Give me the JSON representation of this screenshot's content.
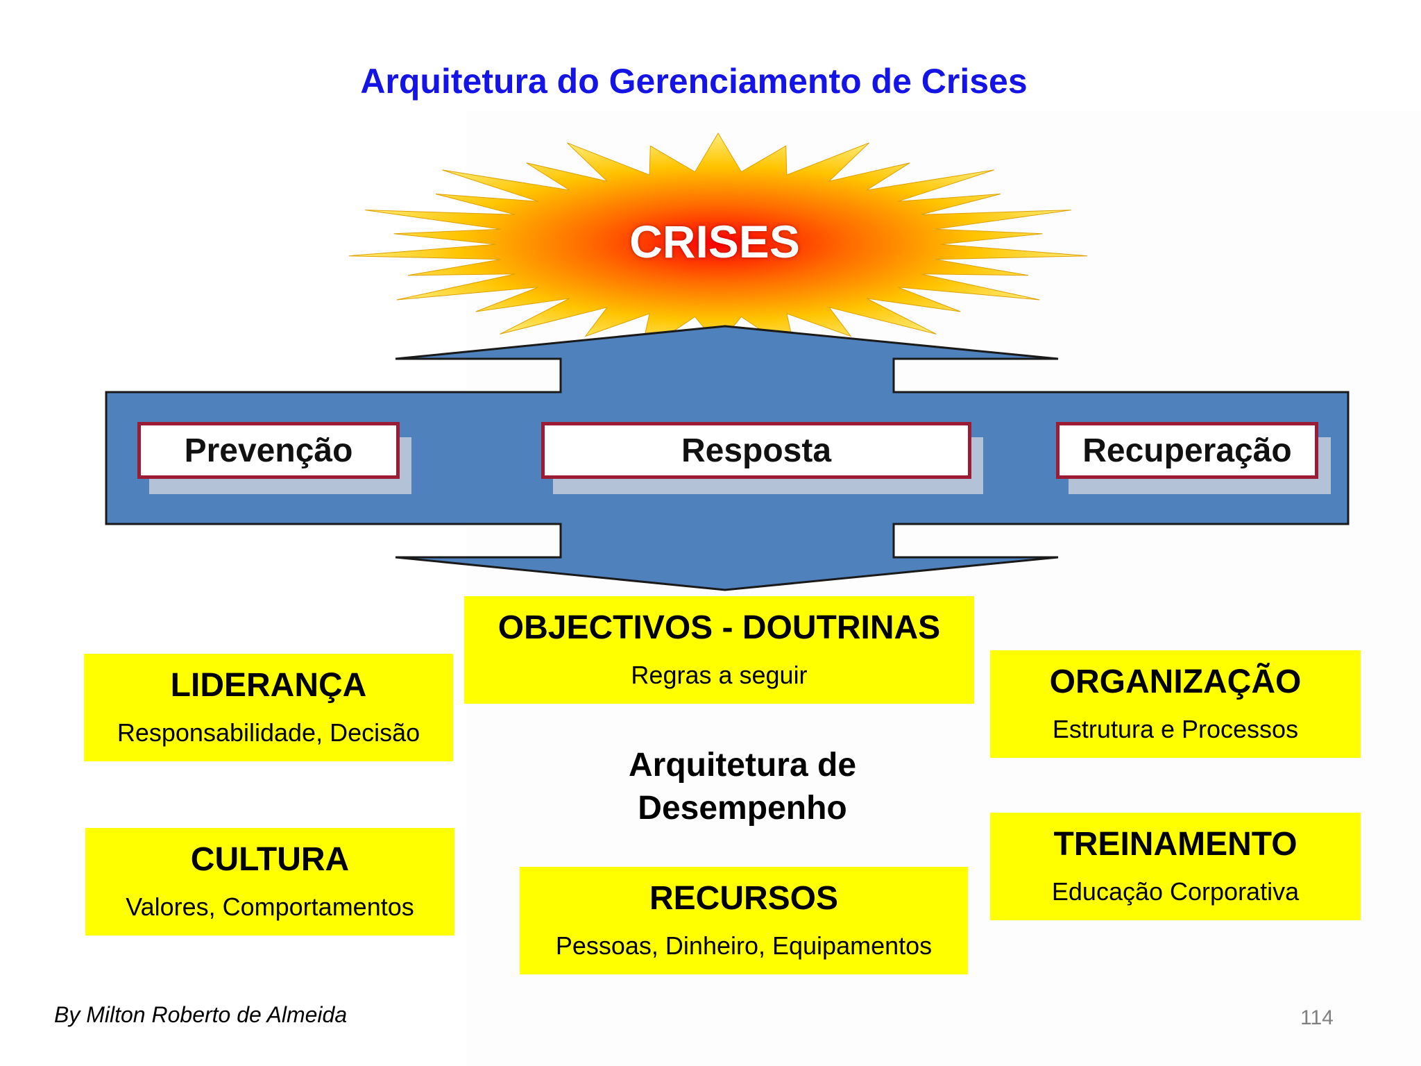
{
  "title": "Arquitetura do Gerenciamento de Crises",
  "burst": {
    "label": "CRISES"
  },
  "phases": [
    {
      "label": "Prevenção"
    },
    {
      "label": "Resposta"
    },
    {
      "label": "Recuperação"
    }
  ],
  "pillars": {
    "objectivos": {
      "heading": "OBJECTIVOS - DOUTRINAS",
      "sub": "Regras a seguir"
    },
    "lideranca": {
      "heading": "LIDERANÇA",
      "sub": "Responsabilidade, Decisão"
    },
    "organizacao": {
      "heading": "ORGANIZAÇÃO",
      "sub": "Estrutura e Processos"
    },
    "cultura": {
      "heading": "CULTURA",
      "sub": "Valores, Comportamentos"
    },
    "treinamento": {
      "heading": "TREINAMENTO",
      "sub": "Educação Corporativa"
    },
    "recursos": {
      "heading": "RECURSOS",
      "sub": "Pessoas, Dinheiro, Equipamentos"
    }
  },
  "center": {
    "line1": "Arquitetura de",
    "line2": "Desempenho"
  },
  "footer": {
    "author": "By Milton Roberto de Almeida",
    "page": "114"
  },
  "colors": {
    "title": "#1414e6",
    "arrow": "#4f81bd",
    "box_border": "#9c1c35",
    "pillar": "#ffff00"
  }
}
